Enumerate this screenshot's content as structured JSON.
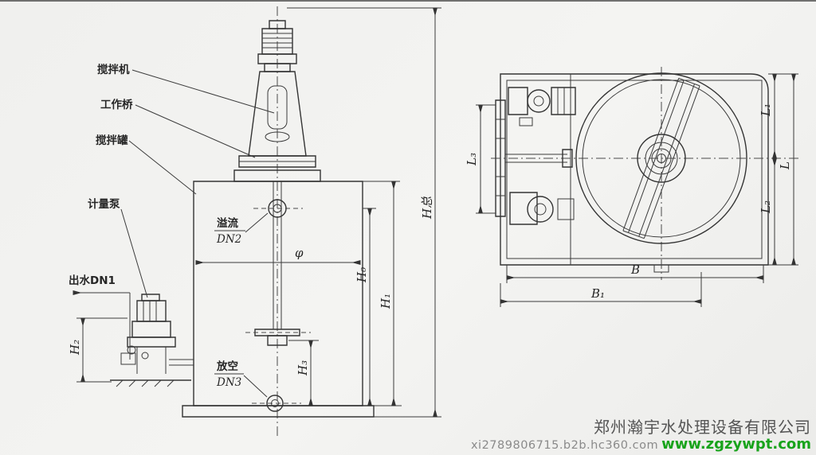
{
  "front_view": {
    "part_labels": {
      "mixer": "搅拌机",
      "work_bridge": "工作桥",
      "mixing_tank": "搅拌罐",
      "metering_pump": "计量泵",
      "outlet": "出水DN1"
    },
    "port_labels": {
      "overflow_name": "溢流",
      "overflow_dn": "DN2",
      "drain_name": "放空",
      "drain_dn": "DN3"
    },
    "dimensions": {
      "h_total": "H总",
      "h0": "H₀",
      "h1": "H₁",
      "h2": "H₂",
      "h3": "H₃",
      "diameter": "φ"
    }
  },
  "plan_view": {
    "dimensions": {
      "l": "L",
      "l1": "L₁",
      "l2": "L₂",
      "l3": "L₃",
      "b": "B",
      "b1": "B₁"
    }
  },
  "footer": {
    "company_name": "郑州瀚宇水处理设备有限公司",
    "website": "www.zgzywpt.com",
    "listing_url": "xi2789806715.b2b.hc360.com"
  }
}
